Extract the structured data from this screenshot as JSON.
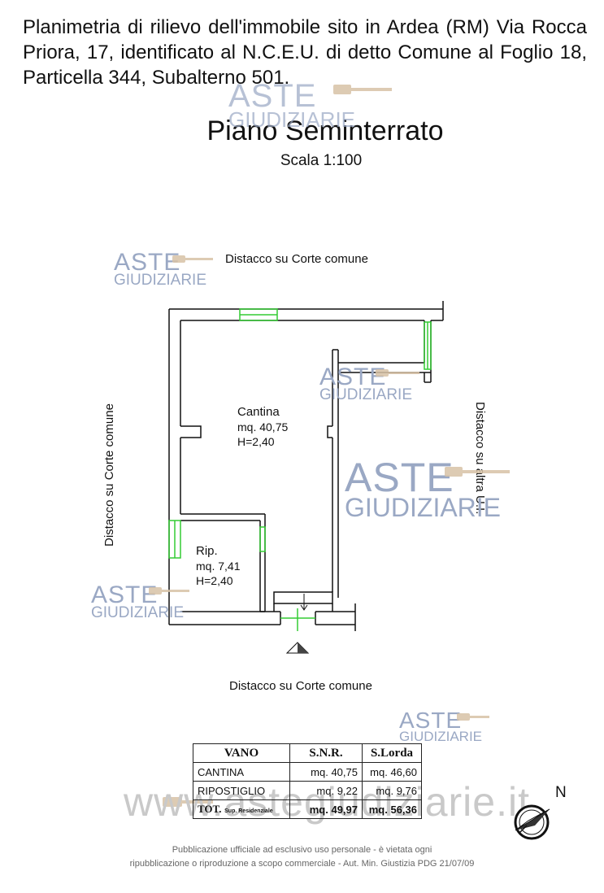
{
  "header": {
    "description": "Planimetria di rilievo dell'immobile sito in Ardea (RM) Via Rocca Priora, 17, identificato al N.C.E.U. di detto Comune al Foglio 18, Particella 344, Subalterno 501.",
    "title": "Piano Seminterrato",
    "scale": "Scala 1:100"
  },
  "surroundings": {
    "top": "Distacco su Corte comune",
    "left": "Distacco su Corte comune",
    "right": "Distacco su altra U.I.",
    "bottom": "Distacco su Corte comune"
  },
  "rooms": {
    "cantina": {
      "name": "Cantina",
      "area": "mq. 40,75",
      "height": "H=2,40"
    },
    "rip": {
      "name": "Rip.",
      "area": "mq. 7,41",
      "height": "H=2,40"
    }
  },
  "watermark": {
    "line1": "ASTE",
    "line2": "GIUDIZIARIE",
    "site": "www.astegiudiziarie.it"
  },
  "table": {
    "headers": [
      "VANO",
      "S.N.R.",
      "S.Lorda"
    ],
    "rows": [
      {
        "vano": "CANTINA",
        "snr": "mq. 40,75",
        "lorda": "mq. 46,60"
      },
      {
        "vano": "RIPOSTIGLIO",
        "snr": "mq. 9,22",
        "lorda": "mq. 9,76"
      }
    ],
    "total": {
      "label": "TOT.",
      "sublabel": "Sup. Residenziale",
      "snr": "mq. 49,97",
      "lorda": "mq. 56,36"
    }
  },
  "compass": {
    "label": "N"
  },
  "footer": {
    "line1": "Pubblicazione ufficiale ad esclusivo uso personale - è vietata ogni",
    "line2": "ripubblicazione o riproduzione a scopo commerciale - Aut. Min. Giustizia PDG 21/07/09"
  },
  "colors": {
    "window": "#33cc33",
    "wall": "#111111",
    "watermark": "#9aa8c4"
  }
}
